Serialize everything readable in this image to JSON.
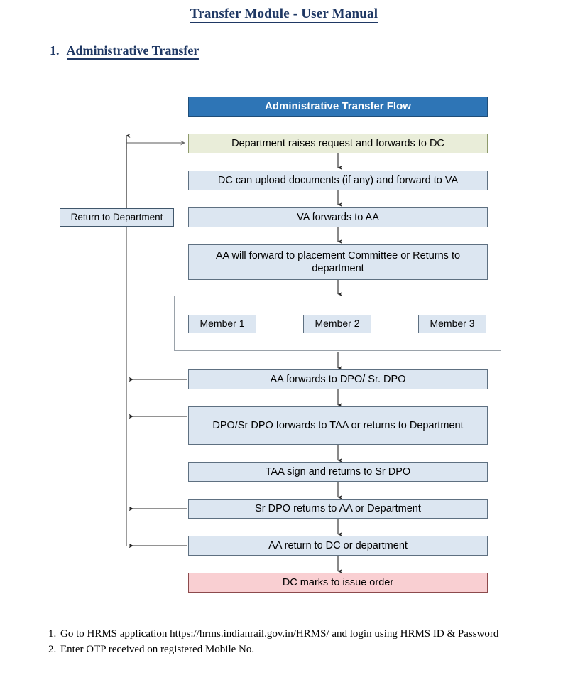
{
  "document": {
    "title": "Transfer Module - User Manual",
    "section_number": "1.",
    "section_title": "Administrative Transfer"
  },
  "colors": {
    "heading_blue": "#1F3864",
    "header_bar": "#2E75B6",
    "start_box": "#E9EDD9",
    "process_box": "#DCE6F1",
    "end_box": "#F9CFD2",
    "border_gray": "#5E7081"
  },
  "flowchart": {
    "title": "Administrative Transfer Flow",
    "side_note": "Return to Department",
    "steps": [
      {
        "id": "s1",
        "label": "Department raises request and forwards to DC",
        "type": "start"
      },
      {
        "id": "s2",
        "label": "DC can upload documents (if any) and forward to VA",
        "type": "process"
      },
      {
        "id": "s3",
        "label": "VA forwards to AA",
        "type": "process"
      },
      {
        "id": "s4",
        "label": "AA will forward to placement Committee or Returns to department",
        "type": "process"
      },
      {
        "id": "s5",
        "label": "AA forwards to DPO/ Sr. DPO",
        "type": "process"
      },
      {
        "id": "s6",
        "label": "DPO/Sr DPO forwards to TAA or returns to Department",
        "type": "process"
      },
      {
        "id": "s7",
        "label": "TAA sign and returns to Sr DPO",
        "type": "process"
      },
      {
        "id": "s8",
        "label": "Sr DPO returns to AA or Department",
        "type": "process"
      },
      {
        "id": "s9",
        "label": "AA return to DC or department",
        "type": "process"
      },
      {
        "id": "s10",
        "label": "DC marks to issue order",
        "type": "end"
      }
    ],
    "committee": {
      "members": [
        {
          "label": "Member 1"
        },
        {
          "label": "Member 2"
        },
        {
          "label": "Member 3"
        }
      ]
    }
  },
  "footer": {
    "items": [
      {
        "num": "1.",
        "text": "Go to HRMS application https://hrms.indianrail.gov.in/HRMS/ and login using HRMS ID & Password"
      },
      {
        "num": "2.",
        "text": "Enter OTP received on registered Mobile No."
      }
    ]
  }
}
